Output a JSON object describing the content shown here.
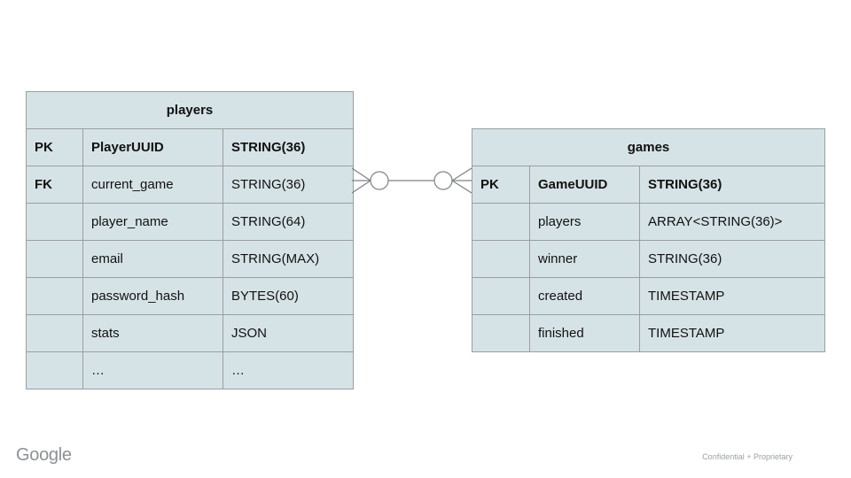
{
  "colors": {
    "cell_bg": "#d6e3e6",
    "border": "#999ea0",
    "text": "#111111",
    "connector": "#7d8284",
    "footer_gray": "#8d9193",
    "footer_light_gray": "#9aa0a6"
  },
  "tables": {
    "players": {
      "title": "players",
      "rows": [
        {
          "key": "PK",
          "name": "PlayerUUID",
          "type": "STRING(36)",
          "bold": true
        },
        {
          "key": "FK",
          "name": "current_game",
          "type": "STRING(36)",
          "bold": false
        },
        {
          "key": "",
          "name": "player_name",
          "type": "STRING(64)",
          "bold": false
        },
        {
          "key": "",
          "name": "email",
          "type": "STRING(MAX)",
          "bold": false
        },
        {
          "key": "",
          "name": "password_hash",
          "type": "BYTES(60)",
          "bold": false
        },
        {
          "key": "",
          "name": "stats",
          "type": "JSON",
          "bold": false
        },
        {
          "key": "",
          "name": "…",
          "type": "…",
          "bold": false
        }
      ]
    },
    "games": {
      "title": "games",
      "rows": [
        {
          "key": "PK",
          "name": "GameUUID",
          "type": "STRING(36)",
          "bold": true
        },
        {
          "key": "",
          "name": "players",
          "type": "ARRAY<STRING(36)>",
          "bold": false
        },
        {
          "key": "",
          "name": "winner",
          "type": "STRING(36)",
          "bold": false
        },
        {
          "key": "",
          "name": "created",
          "type": "TIMESTAMP",
          "bold": false
        },
        {
          "key": "",
          "name": "finished",
          "type": "TIMESTAMP",
          "bold": false
        }
      ]
    }
  },
  "relationship": {
    "left_table": "players",
    "right_table": "games",
    "left_symbol": "zero-or-many",
    "right_symbol": "zero-or-many"
  },
  "footer": {
    "logo_text": "Google",
    "note": "Confidential + Proprietary"
  }
}
